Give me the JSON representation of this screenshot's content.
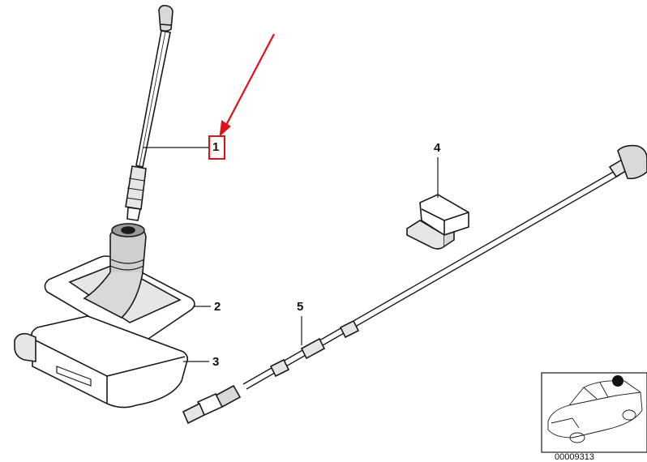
{
  "diagram": {
    "callouts": {
      "part_1": "1",
      "part_2": "2",
      "part_3": "3",
      "part_4": "4",
      "part_5": "5"
    },
    "inset": {
      "reference_number": "00009313"
    },
    "colors": {
      "highlight": "#e0101a",
      "line": "#1a1a1a",
      "shade": "#e6e6e6",
      "dark_shade": "#9a9a9a"
    }
  }
}
